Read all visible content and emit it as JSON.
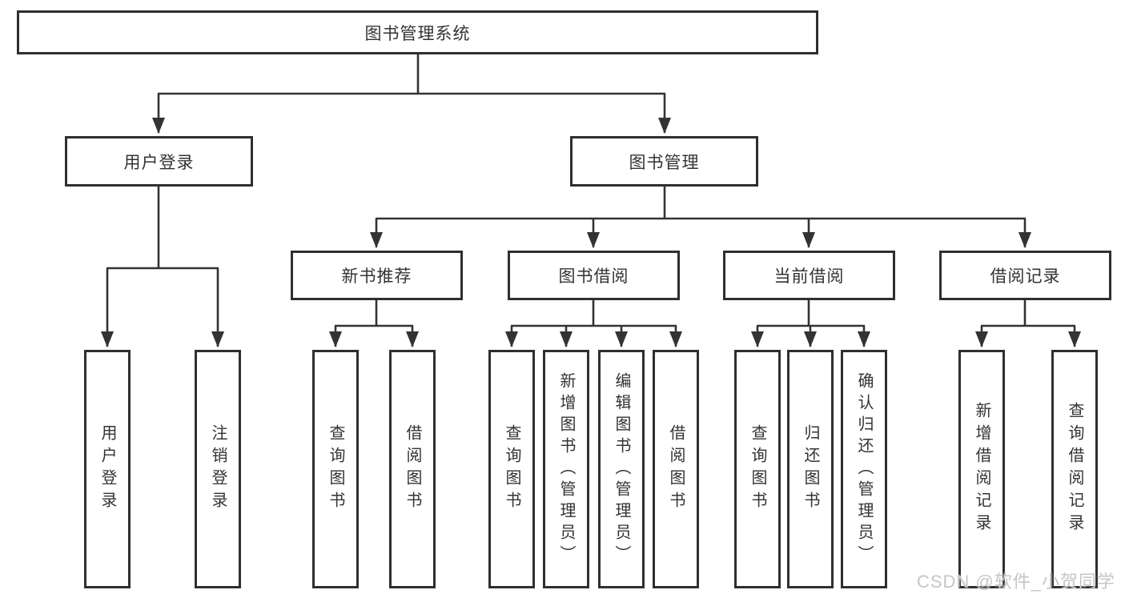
{
  "diagram": {
    "type": "hierarchy-tree",
    "tree": {
      "root": "图书管理系统",
      "branches": [
        {
          "label": "用户登录",
          "leaves": [
            "用户登录",
            "注销登录"
          ]
        },
        {
          "label": "图书管理",
          "groups": [
            {
              "label": "新书推荐",
              "leaves": [
                "查询图书",
                "借阅图书"
              ]
            },
            {
              "label": "图书借阅",
              "leaves": [
                "查询图书",
                "新增图书（管理员）",
                "编辑图书（管理员）",
                "借阅图书"
              ]
            },
            {
              "label": "当前借阅",
              "leaves": [
                "查询图书",
                "归还图书",
                "确认归还（管理员）"
              ]
            },
            {
              "label": "借阅记录",
              "leaves": [
                "新增借阅记录",
                "查询借阅记录"
              ]
            }
          ]
        }
      ]
    },
    "colors": {
      "line": "#333333",
      "box_border": "#2f2f2f",
      "text": "#333333",
      "background": "#ffffff",
      "watermark": "#c6c6c6"
    }
  },
  "watermark": "CSDN @软件_小贺同学"
}
